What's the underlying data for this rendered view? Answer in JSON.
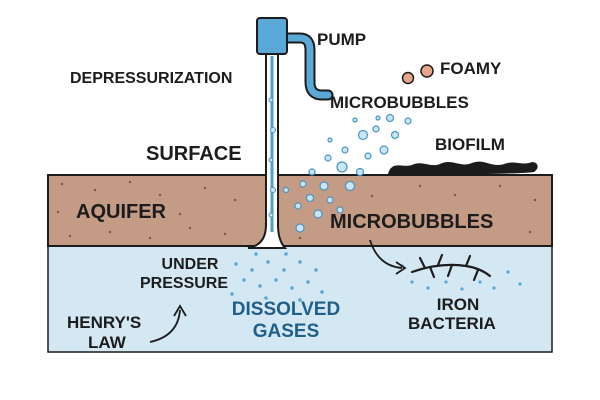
{
  "labels": {
    "pump": "PUMP",
    "foamy": "FOAMY",
    "depressurization": "DEPRESSURIZATION",
    "microbubbles_top": "MICROBUBBLES",
    "surface": "SURFACE",
    "biofilm": "BIOFILM",
    "aquifer": "AQUIFER",
    "microbubbles_aquifer": "MICROBUBBLES",
    "under": "UNDER",
    "pressure": "PRESSURE",
    "henrys": "HENRY'S",
    "law": "LAW",
    "dissolved": "DISSOLVED",
    "gases": "GASES",
    "iron": "IRON",
    "bacteria": "BACTERIA"
  },
  "colors": {
    "soil": "#c49b85",
    "water": "#d4e8f4",
    "pipe": "#4aa0d2",
    "pump_body": "#5aa8d8",
    "bubble_fill": "#c9e6f6",
    "bubble_stroke": "#4a94c4",
    "foam_bubble": "#e8a58c",
    "biofilm": "#1c1c1c",
    "outline": "#1c1c1c",
    "dissolved_text": "#1f5f8a"
  }
}
